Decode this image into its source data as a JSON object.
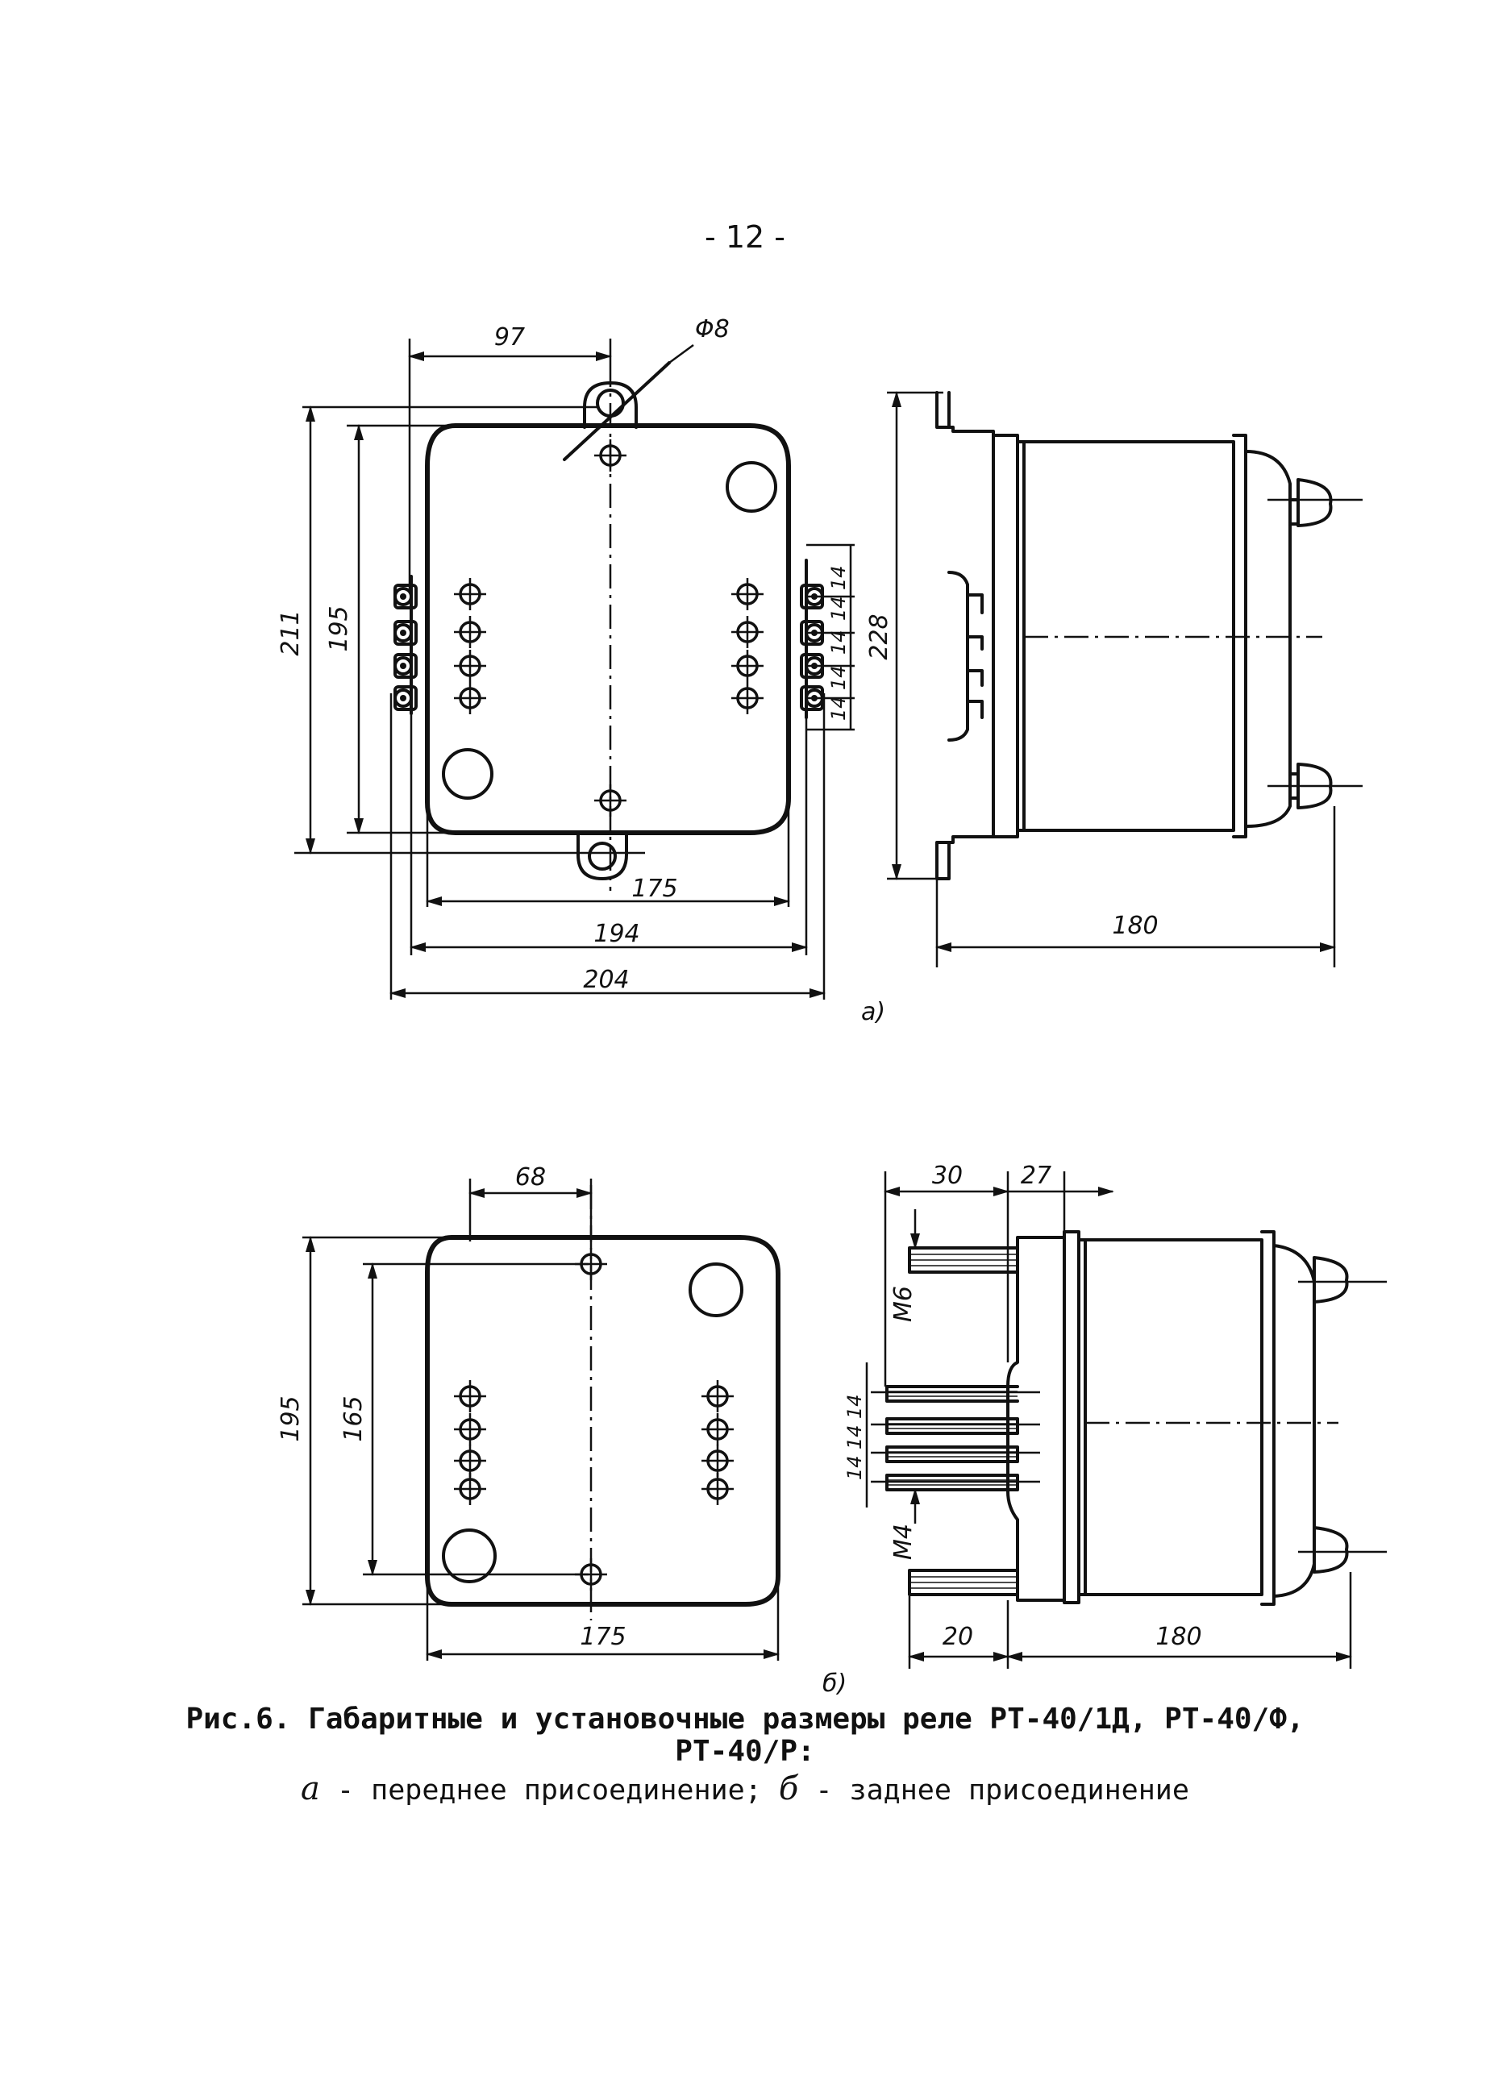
{
  "page_number": "- 12 -",
  "figure": {
    "a": {
      "label": "a)",
      "dims": {
        "d97": "97",
        "phi8": "Φ8",
        "d211": "211",
        "d195": "195",
        "d175": "175",
        "d194": "194",
        "d204": "204",
        "p1": "14",
        "p2": "14",
        "p3": "14",
        "p4": "14",
        "p5": "14",
        "d228": "228",
        "d180": "180"
      }
    },
    "b": {
      "label": "б)",
      "dims": {
        "d68": "68",
        "d195": "195",
        "d165": "165",
        "d175": "175",
        "d30": "30",
        "d27": "27",
        "m6": "M6",
        "m4": "M4",
        "p1": "14",
        "p2": "14",
        "p3": "14",
        "d20": "20",
        "d180": "180"
      }
    }
  },
  "caption": {
    "line1": "Рис.6. Габаритные и установочные размеры реле РТ-40/1Д, РТ-40/Ф,",
    "line2": "РТ-40/Р:",
    "letter_a": "а",
    "text_a": " - переднее присоединение; ",
    "letter_b": "б",
    "text_b": " - заднее присоединение"
  }
}
